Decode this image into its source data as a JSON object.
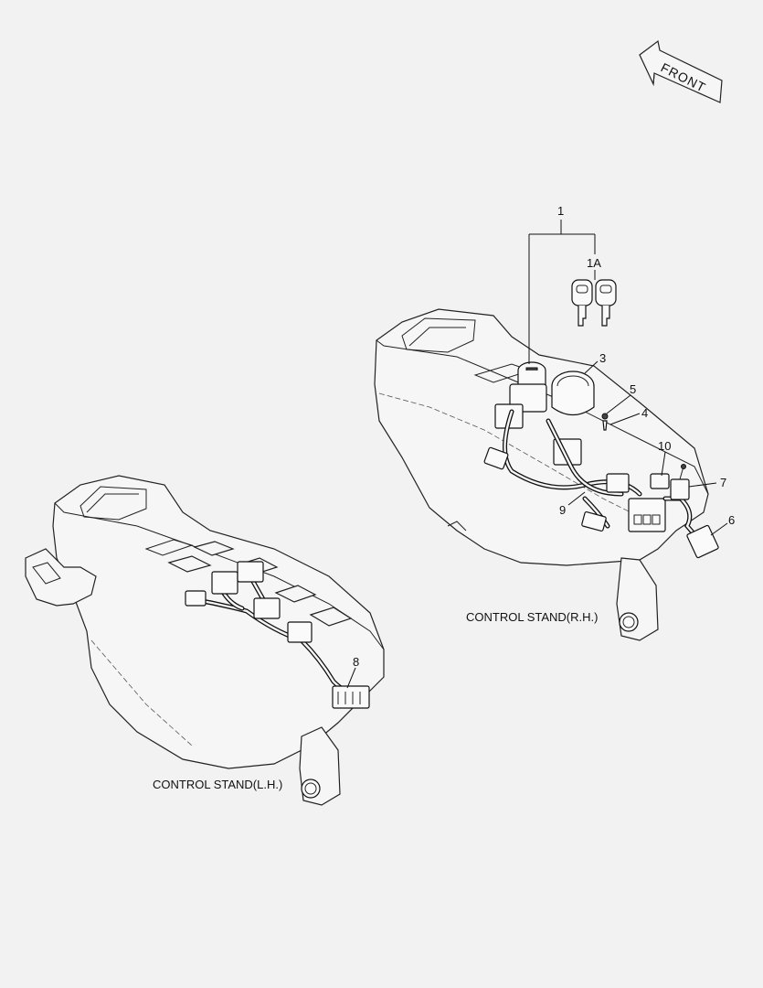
{
  "front_arrow": {
    "label": "FRONT"
  },
  "callouts": {
    "c1": "1",
    "c1a": "1A",
    "c3": "3",
    "c4": "4",
    "c5": "5",
    "c6": "6",
    "c7": "7",
    "c8": "8",
    "c9": "9",
    "c10": "10"
  },
  "captions": {
    "rh": "CONTROL STAND(R.H.)",
    "lh": "CONTROL STAND(L.H.)"
  },
  "icons": [
    "front-arrow-icon",
    "key-icon",
    "ignition-switch-icon",
    "relay-icon",
    "connector-icon"
  ]
}
